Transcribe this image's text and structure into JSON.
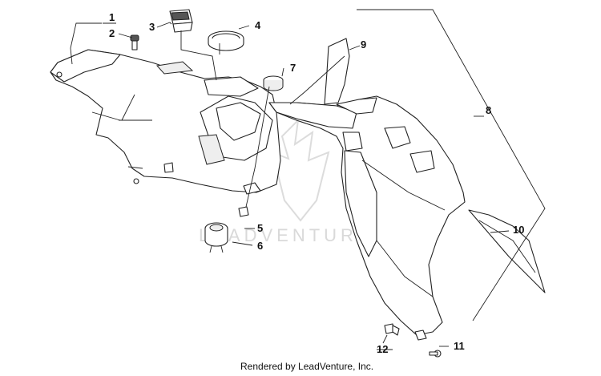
{
  "callouts": {
    "c1": "1",
    "c2": "2",
    "c3": "3",
    "c4": "4",
    "c5": "5",
    "c6": "6",
    "c7": "7",
    "c8": "8",
    "c9": "9",
    "c10": "10",
    "c11": "11",
    "c12": "12"
  },
  "watermark": {
    "text": "LEADVENTURE",
    "logo_icon": "leadventure-logo-icon"
  },
  "footer": {
    "text": "Rendered by LeadVenture, Inc."
  },
  "colors": {
    "line": "#222222",
    "watermark": "#d9d9d9"
  }
}
